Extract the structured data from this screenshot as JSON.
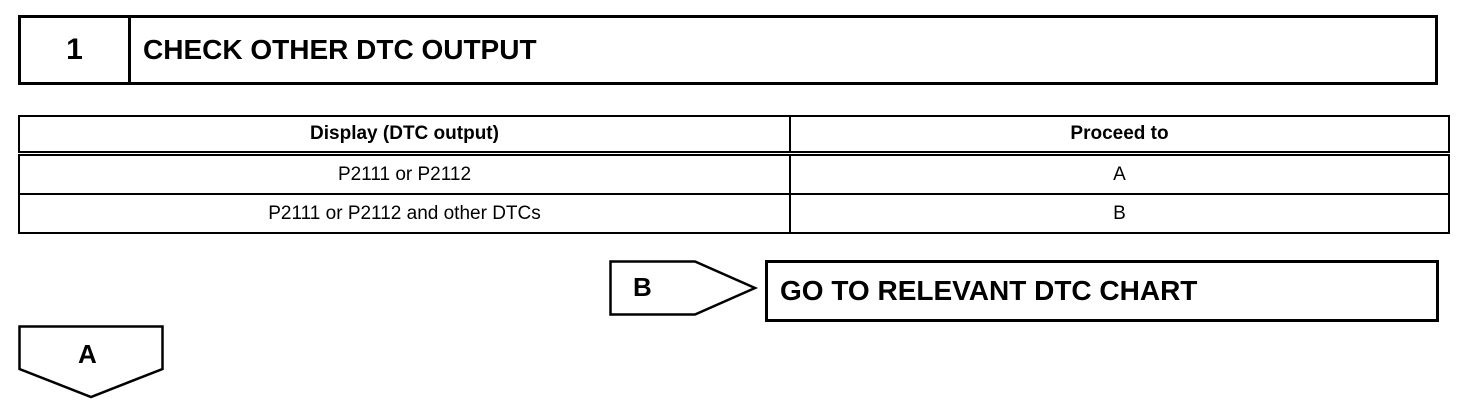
{
  "step": {
    "number": "1",
    "title": "CHECK OTHER DTC OUTPUT"
  },
  "table": {
    "headers": [
      "Display (DTC output)",
      "Proceed to"
    ],
    "rows": [
      [
        "P2111 or P2112",
        "A"
      ],
      [
        "P2111 or P2112 and other DTCs",
        "B"
      ]
    ]
  },
  "branch_b": {
    "label": "B",
    "result": "GO TO RELEVANT DTC CHART"
  },
  "branch_a": {
    "label": "A"
  }
}
